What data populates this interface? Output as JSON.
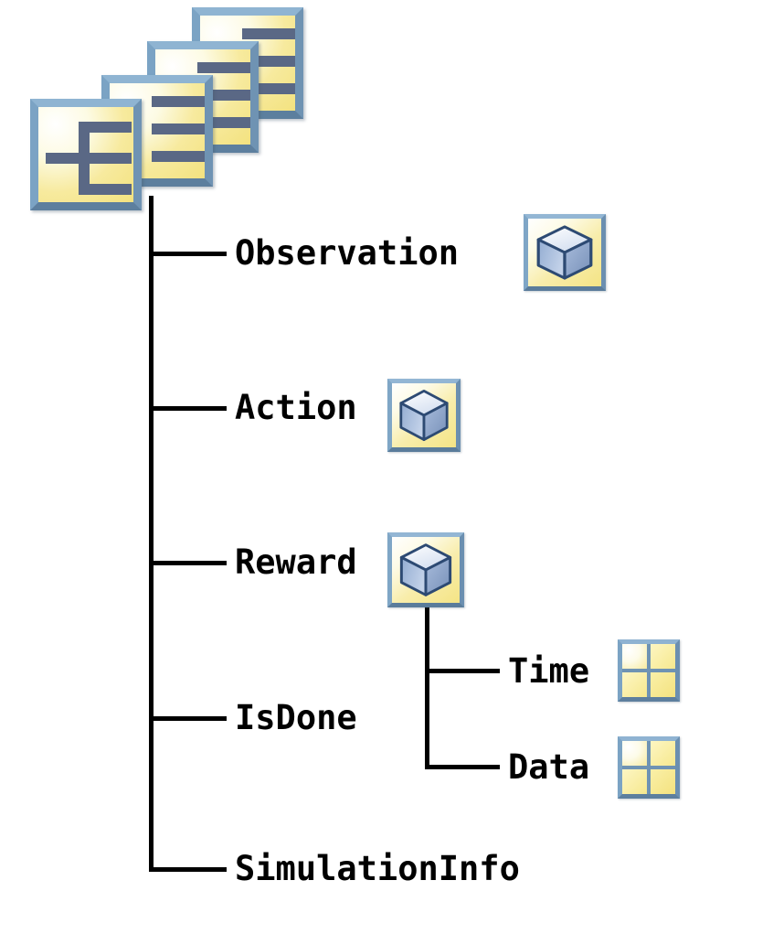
{
  "diagram": {
    "type": "bus-hierarchy-tree",
    "root": {
      "icon": "bus-stack-icon",
      "label": ""
    },
    "nodes": [
      {
        "label": "Observation",
        "icon": "cube-icon",
        "level": 1
      },
      {
        "label": "Action",
        "icon": "cube-icon",
        "level": 1
      },
      {
        "label": "Reward",
        "icon": "cube-icon",
        "level": 1
      },
      {
        "label": "Time",
        "icon": "matrix-icon",
        "level": 2
      },
      {
        "label": "Data",
        "icon": "matrix-icon",
        "level": 2
      },
      {
        "label": "IsDone",
        "icon": "none",
        "level": 1
      },
      {
        "label": "SimulationInfo",
        "icon": "none",
        "level": 1
      }
    ]
  },
  "colors": {
    "line": "#000000",
    "text": "#000000",
    "icon_border": "#6f93b3",
    "icon_fill_light": "#ffffff",
    "icon_fill_yellow": "#f4e485",
    "bus_mark": "#5a6885",
    "cube_top": "#e9eff8",
    "cube_left": "#9fb6d6",
    "cube_right": "#7f9cc4",
    "cube_outline": "#2d4a73",
    "background": "#ffffff"
  }
}
